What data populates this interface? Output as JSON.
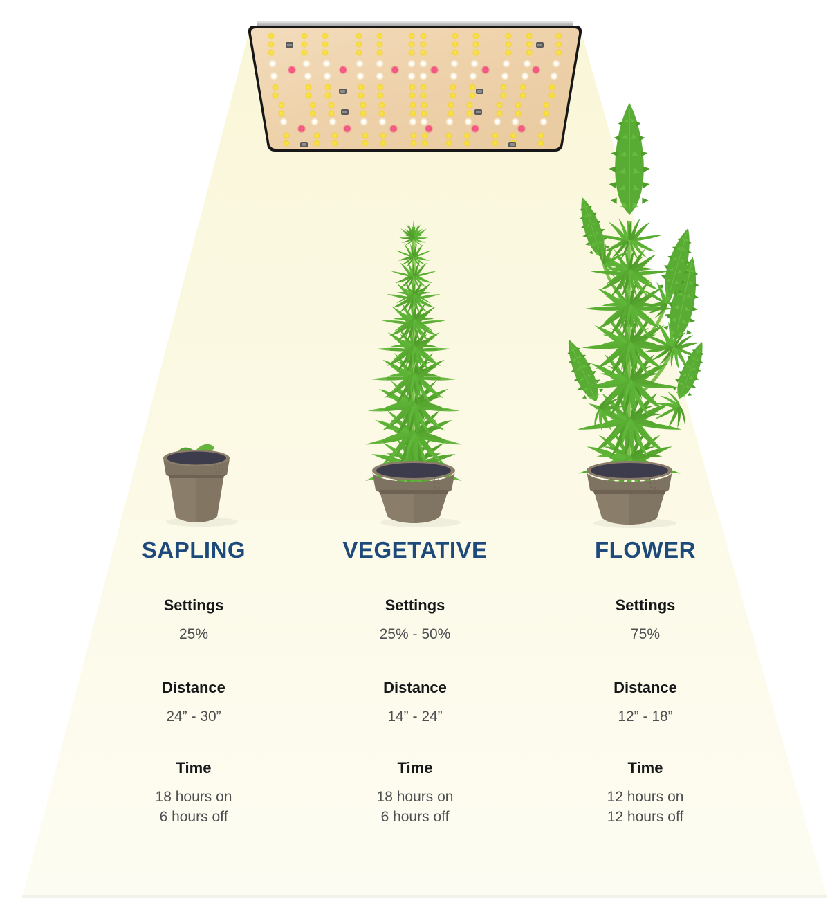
{
  "infographic": {
    "title_text": "",
    "colors": {
      "light_cone": "#fbfbe3",
      "stage_title": "#1e4a7b",
      "field_label": "#16181a",
      "field_value": "#4d4f52",
      "leaf_green": "#5aad33",
      "leaf_green_dark": "#4c9a2a",
      "pot_brown": "#8a7b64",
      "pot_brown_dark": "#6f6350",
      "soil": "#3a3a4a",
      "panel_board": "#efd3ae",
      "panel_frame": "#1b1b1b",
      "led_yellow": "#f5d518",
      "led_white": "#fdfdf4",
      "led_pink": "#f0356e",
      "chip_gray": "#6b6b6b"
    },
    "light_source": {
      "name": "led-grow-light-panel",
      "led_colors": [
        "yellow",
        "white",
        "pink"
      ]
    }
  },
  "stages": [
    {
      "id": "sapling",
      "title": "SAPLING",
      "plant_icon": "seedling-sprout-in-pot",
      "fields": [
        {
          "label": "Settings",
          "value": "25%"
        },
        {
          "label": "Distance",
          "value": "24” - 30”"
        },
        {
          "label": "Time",
          "value": "18 hours on\n6 hours off"
        }
      ],
      "settings_label": "Settings",
      "settings_value": "25%",
      "distance_label": "Distance",
      "distance_value": "24” - 30”",
      "time_label": "Time",
      "time_value_line1": "18 hours on",
      "time_value_line2": "6 hours off"
    },
    {
      "id": "vegetative",
      "title": "VEGETATIVE",
      "plant_icon": "leafy-cannabis-plant-in-pot",
      "fields": [
        {
          "label": "Settings",
          "value": "25% - 50%"
        },
        {
          "label": "Distance",
          "value": "14” - 24”"
        },
        {
          "label": "Time",
          "value": "18 hours on\n6 hours off"
        }
      ],
      "settings_label": "Settings",
      "settings_value": "25% - 50%",
      "distance_label": "Distance",
      "distance_value": "14” - 24”",
      "time_label": "Time",
      "time_value_line1": "18 hours on",
      "time_value_line2": "6 hours off"
    },
    {
      "id": "flower",
      "title": "FLOWER",
      "plant_icon": "flowering-cannabis-plant-in-pot",
      "fields": [
        {
          "label": "Settings",
          "value": "75%"
        },
        {
          "label": "Distance",
          "value": "12” - 18”"
        },
        {
          "label": "Time",
          "value": "12 hours on\n12 hours off"
        }
      ],
      "settings_label": "Settings",
      "settings_value": "75%",
      "distance_label": "Distance",
      "distance_value": "12” - 18”",
      "time_label": "Time",
      "time_value_line1": "12 hours on",
      "time_value_line2": "12 hours off"
    }
  ]
}
